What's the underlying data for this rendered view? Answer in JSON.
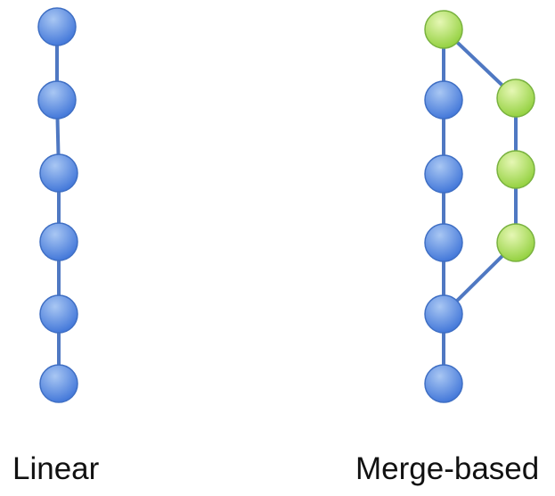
{
  "labels": {
    "linear": "Linear",
    "merge": "Merge-based"
  },
  "colors": {
    "edge": "#4f78c2",
    "main_fill_top": "#a9c7f3",
    "main_fill_bottom": "#3d73d8",
    "main_stroke": "#3f6fc4",
    "branch_fill_top": "#e6f7b5",
    "branch_fill_bottom": "#8fcf39",
    "branch_stroke": "#79b23f"
  },
  "graphs": {
    "linear": {
      "nodes": [
        {
          "id": "l1",
          "kind": "main"
        },
        {
          "id": "l2",
          "kind": "main"
        },
        {
          "id": "l3",
          "kind": "main"
        },
        {
          "id": "l4",
          "kind": "main"
        },
        {
          "id": "l5",
          "kind": "main"
        },
        {
          "id": "l6",
          "kind": "main"
        }
      ],
      "edges": [
        [
          "l1",
          "l2"
        ],
        [
          "l2",
          "l3"
        ],
        [
          "l3",
          "l4"
        ],
        [
          "l4",
          "l5"
        ],
        [
          "l5",
          "l6"
        ]
      ]
    },
    "merge": {
      "nodes": [
        {
          "id": "m1",
          "kind": "branch"
        },
        {
          "id": "m2",
          "kind": "main"
        },
        {
          "id": "m3",
          "kind": "main"
        },
        {
          "id": "m4",
          "kind": "main"
        },
        {
          "id": "m5",
          "kind": "main"
        },
        {
          "id": "m6",
          "kind": "main"
        },
        {
          "id": "b1",
          "kind": "branch"
        },
        {
          "id": "b2",
          "kind": "branch"
        },
        {
          "id": "b3",
          "kind": "branch"
        }
      ],
      "edges": [
        [
          "m1",
          "m2"
        ],
        [
          "m2",
          "m3"
        ],
        [
          "m3",
          "m4"
        ],
        [
          "m4",
          "m5"
        ],
        [
          "m5",
          "m6"
        ],
        [
          "m1",
          "b1"
        ],
        [
          "b1",
          "b2"
        ],
        [
          "b2",
          "b3"
        ],
        [
          "b3",
          "m5"
        ]
      ]
    }
  }
}
